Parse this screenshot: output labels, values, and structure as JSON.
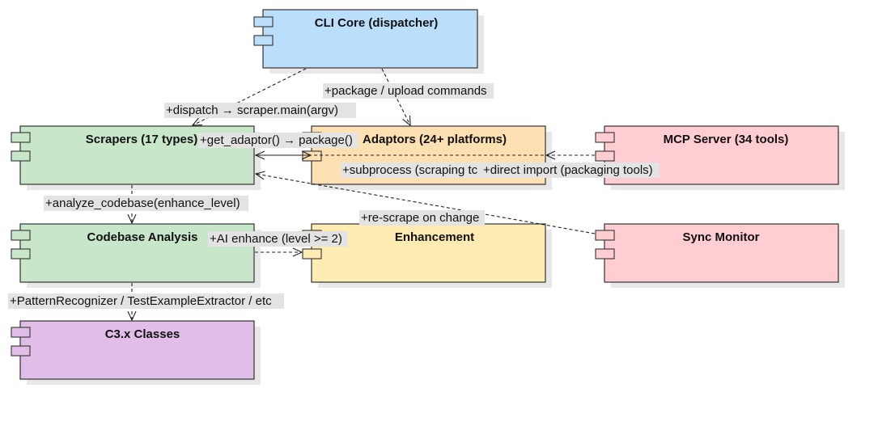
{
  "components": [
    {
      "id": "cli",
      "title": "CLI Core (dispatcher)",
      "fill": "#bbdefb"
    },
    {
      "id": "scrapers",
      "title": "Scrapers (17 types)",
      "fill": "#c8e6c9"
    },
    {
      "id": "adaptors",
      "title": "Adaptors (24+ platforms)",
      "fill": "#ffe0b2"
    },
    {
      "id": "mcp",
      "title": "MCP Server (34 tools)",
      "fill": "#ffcdd2"
    },
    {
      "id": "codebase",
      "title": "Codebase Analysis",
      "fill": "#c8e6c9"
    },
    {
      "id": "enhancement",
      "title": "Enhancement",
      "fill": "#ffecb3"
    },
    {
      "id": "sync",
      "title": "Sync Monitor",
      "fill": "#ffcdd2"
    },
    {
      "id": "c3x",
      "title": "C3.x Classes",
      "fill": "#e1bee7"
    }
  ],
  "edges": [
    {
      "id": "dispatch",
      "label": "+dispatch → scraper.main(argv)"
    },
    {
      "id": "package-upload",
      "label": "+package / upload commands"
    },
    {
      "id": "get-adaptor",
      "label": "+get_adaptor() → package()"
    },
    {
      "id": "subprocess",
      "label": "+subprocess (scraping tc"
    },
    {
      "id": "direct-import",
      "label": "+direct import (packaging tools)"
    },
    {
      "id": "analyze",
      "label": "+analyze_codebase(enhance_level)"
    },
    {
      "id": "rescrape",
      "label": "+re-scrape on change"
    },
    {
      "id": "ai-enhance",
      "label": "+AI enhance (level >= 2)"
    },
    {
      "id": "pattern",
      "label": "+PatternRecognizer / TestExampleExtractor / etc"
    }
  ]
}
